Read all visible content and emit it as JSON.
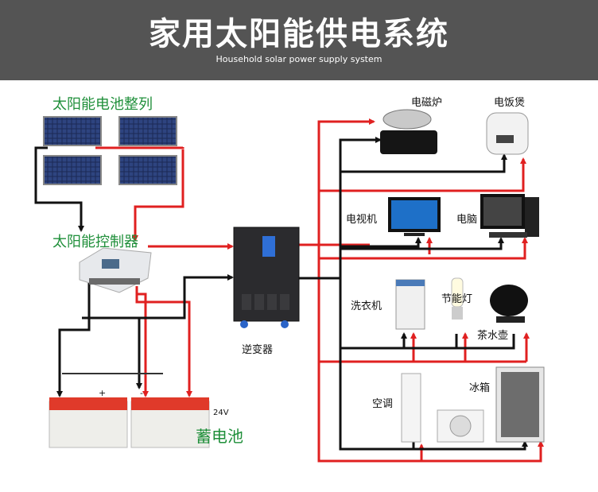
{
  "header": {
    "title": "家用太阳能供电系统",
    "subtitle": "Household solar power supply system"
  },
  "labels": {
    "solar_array": "太阳能电池整列",
    "controller": "太阳能控制器",
    "inverter": "逆变器",
    "battery": "蓄电池",
    "voltage": "24V",
    "induction_cooker": "电磁炉",
    "rice_cooker": "电饭煲",
    "tv": "电视机",
    "computer": "电脑",
    "washer": "洗衣机",
    "lamp": "节能灯",
    "kettle": "茶水壶",
    "ac": "空调",
    "fridge": "冰箱"
  },
  "colors": {
    "header_bg": "#545454",
    "wire_red": "#e02020",
    "wire_black": "#111111",
    "label_green": "#1f8f3a",
    "battery_red": "#e03a2a"
  }
}
